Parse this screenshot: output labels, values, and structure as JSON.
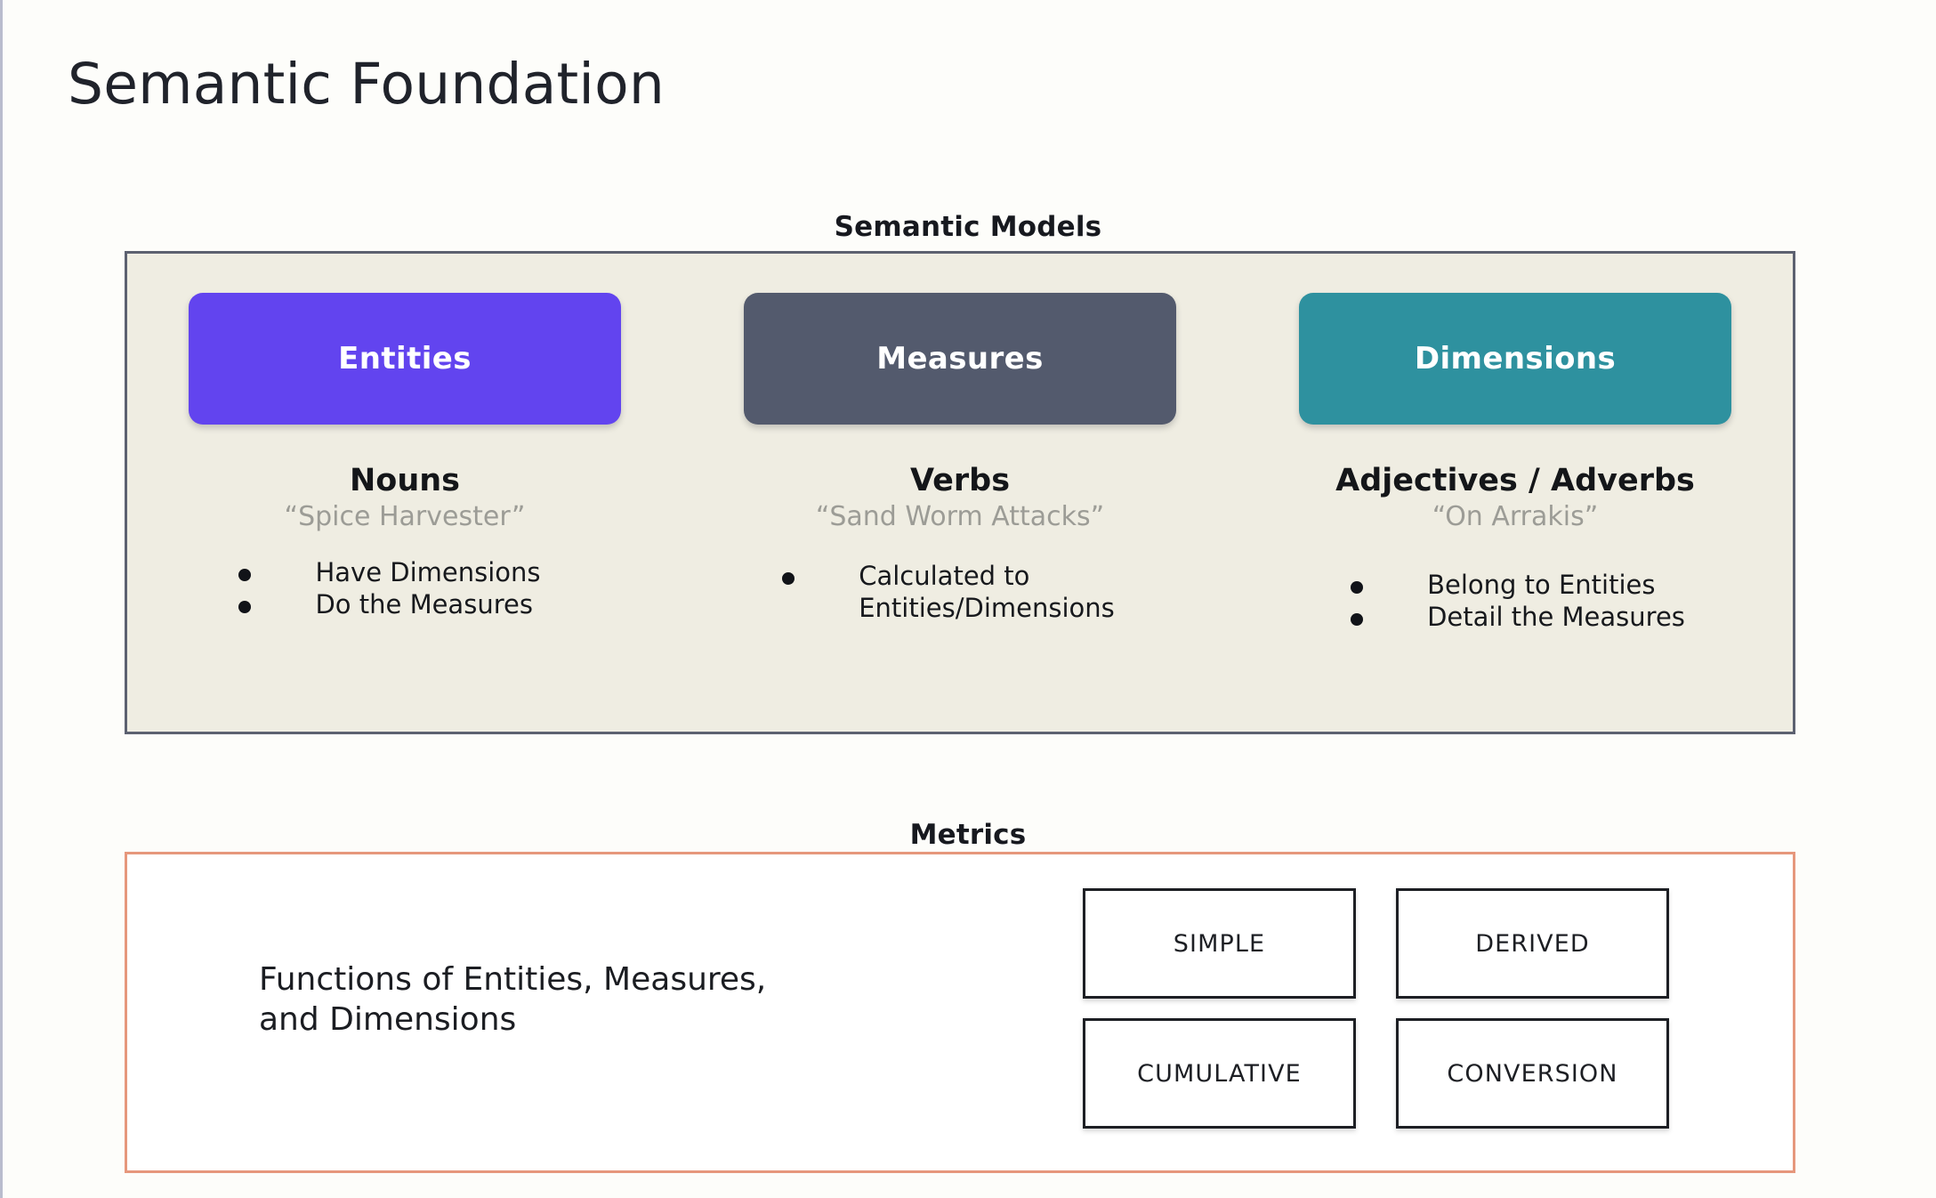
{
  "page": {
    "title": "Semantic Foundation",
    "background_color": "#fdfdfa"
  },
  "semantic_models": {
    "caption": "Semantic Models",
    "panel_bg_color": "#efede2",
    "panel_border_color": "#5c6170",
    "columns": [
      {
        "chip_label": "Entities",
        "chip_color": "#6244ef",
        "part_of_speech": "Nouns",
        "example": "“Spice Harvester”",
        "bullets": [
          "Have Dimensions",
          "Do the Measures"
        ]
      },
      {
        "chip_label": "Measures",
        "chip_color": "#535a6d",
        "part_of_speech": "Verbs",
        "example": "“Sand Worm Attacks”",
        "bullets": [
          "Calculated to\nEntities/Dimensions"
        ]
      },
      {
        "chip_label": "Dimensions",
        "chip_color": "#2e919f",
        "part_of_speech": "Adjectives / Adverbs",
        "example": "“On Arrakis”",
        "bullets": [
          "Belong to Entities",
          "Detail the Measures"
        ]
      }
    ]
  },
  "metrics": {
    "caption": "Metrics",
    "panel_border_color": "#e6977c",
    "description": "Functions of Entities, Measures,\nand Dimensions",
    "types": [
      "SIMPLE",
      "DERIVED",
      "CUMULATIVE",
      "CONVERSION"
    ]
  }
}
